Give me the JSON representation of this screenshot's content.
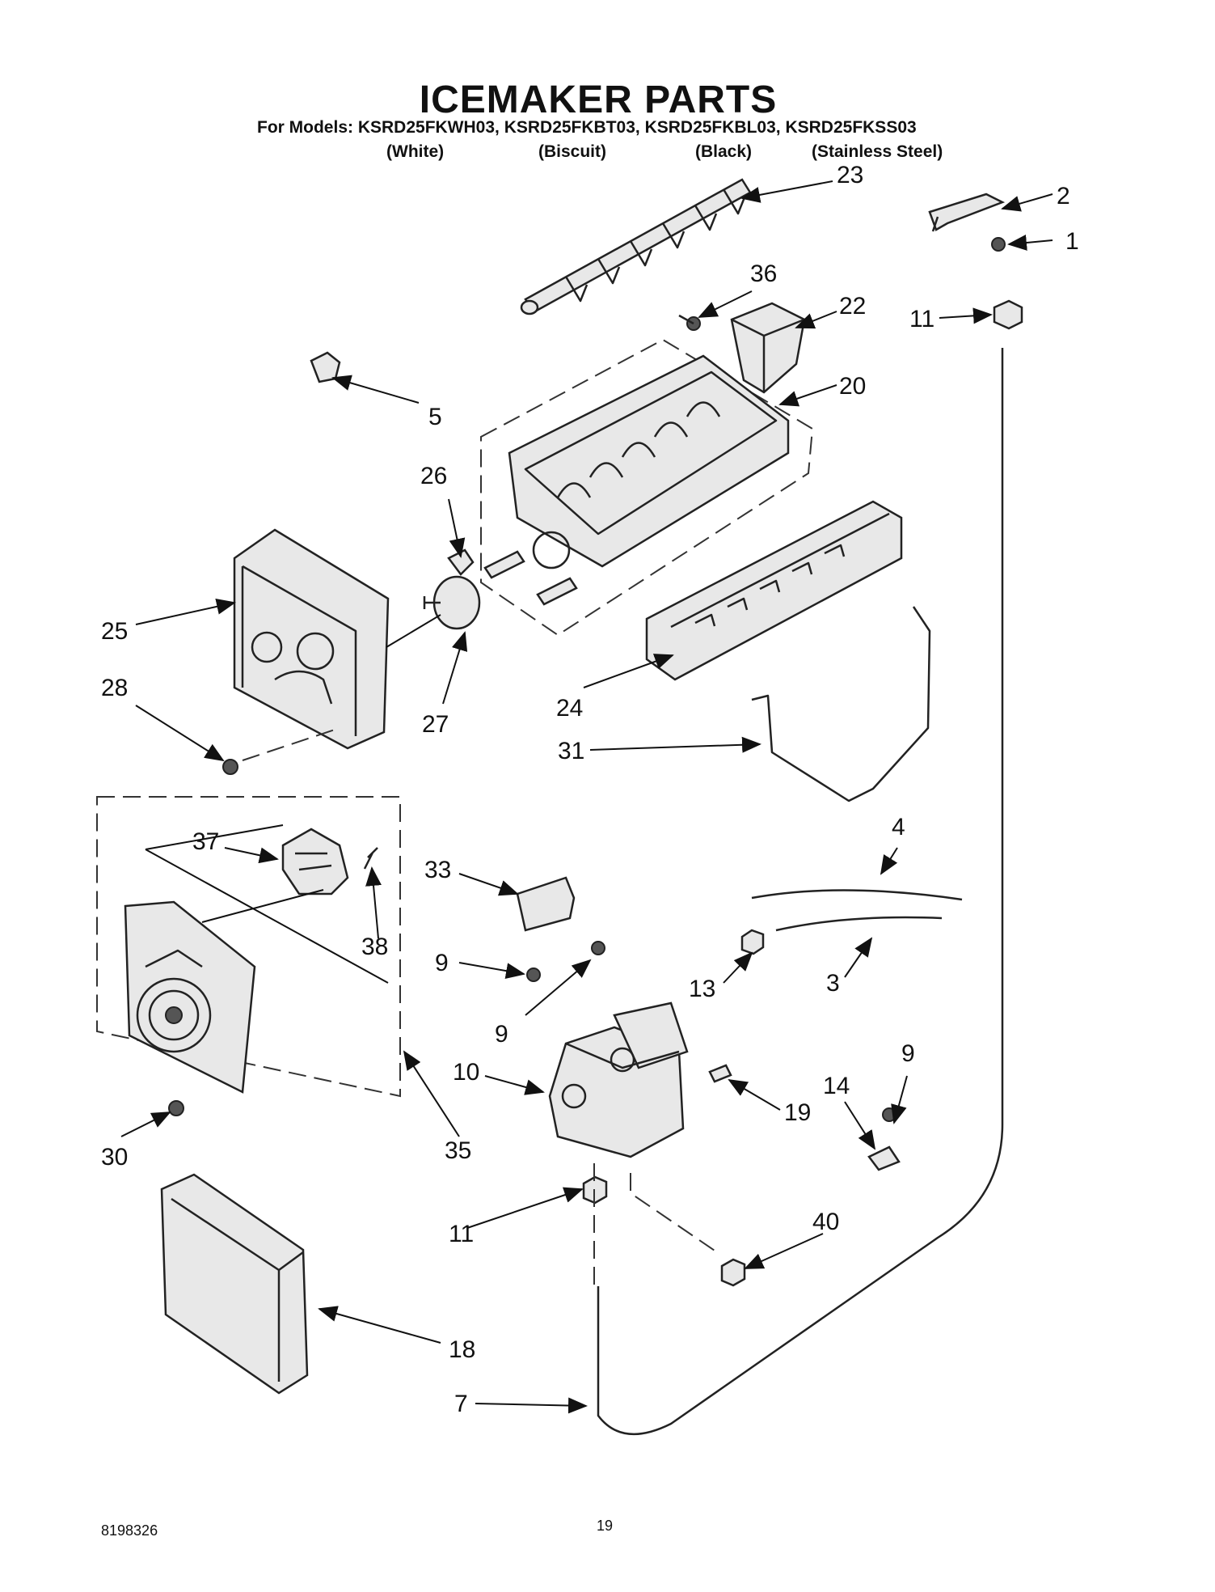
{
  "header": {
    "title": "ICEMAKER PARTS",
    "models_line": "For Models: KSRD25FKWH03, KSRD25FKBT03, KSRD25FKBL03, KSRD25FKSS03",
    "finishes": [
      "(White)",
      "(Biscuit)",
      "(Black)",
      "(Stainless Steel)"
    ]
  },
  "footer": {
    "doc_number": "8198326",
    "page_number": "19"
  },
  "callouts": {
    "c1": "1",
    "c2": "2",
    "c3": "3",
    "c4": "4",
    "c5": "5",
    "c7": "7",
    "c9a": "9",
    "c9b": "9",
    "c9c": "9",
    "c10": "10",
    "c11a": "11",
    "c11b": "11",
    "c13": "13",
    "c14": "14",
    "c18": "18",
    "c19": "19",
    "c20": "20",
    "c22": "22",
    "c23": "23",
    "c24": "24",
    "c25": "25",
    "c26": "26",
    "c27": "27",
    "c28": "28",
    "c30": "30",
    "c31": "31",
    "c33": "33",
    "c35": "35",
    "c36": "36",
    "c37": "37",
    "c38": "38",
    "c40": "40"
  }
}
